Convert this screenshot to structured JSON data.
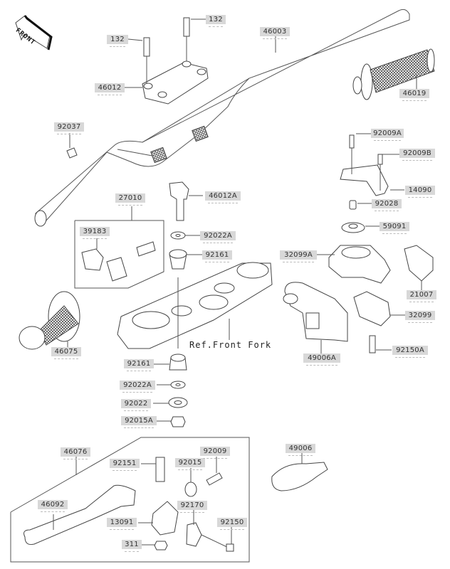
{
  "diagram": {
    "title": "Handlebar parts diagram",
    "front_arrow_label": "FRONT",
    "reference_note": "Ref.Front Fork",
    "parts": [
      {
        "id": "p132a",
        "number": "132"
      },
      {
        "id": "p132b",
        "number": "132"
      },
      {
        "id": "p46003",
        "number": "46003"
      },
      {
        "id": "p46012",
        "number": "46012"
      },
      {
        "id": "p46019",
        "number": "46019"
      },
      {
        "id": "p92037",
        "number": "92037"
      },
      {
        "id": "p92009A",
        "number": "92009A"
      },
      {
        "id": "p92009B",
        "number": "92009B"
      },
      {
        "id": "p14090",
        "number": "14090"
      },
      {
        "id": "p92028",
        "number": "92028"
      },
      {
        "id": "p27010",
        "number": "27010"
      },
      {
        "id": "p46012A",
        "number": "46012A"
      },
      {
        "id": "p39183",
        "number": "39183"
      },
      {
        "id": "p92022A_top",
        "number": "92022A"
      },
      {
        "id": "p92161_top",
        "number": "92161"
      },
      {
        "id": "p59091",
        "number": "59091"
      },
      {
        "id": "p32099A",
        "number": "32099A"
      },
      {
        "id": "p21007",
        "number": "21007"
      },
      {
        "id": "p32099",
        "number": "32099"
      },
      {
        "id": "p92150A",
        "number": "92150A"
      },
      {
        "id": "p49006A",
        "number": "49006A"
      },
      {
        "id": "p46075",
        "number": "46075"
      },
      {
        "id": "p92161_bot",
        "number": "92161"
      },
      {
        "id": "p92022A_bot",
        "number": "92022A"
      },
      {
        "id": "p92022",
        "number": "92022"
      },
      {
        "id": "p92015A",
        "number": "92015A"
      },
      {
        "id": "p46076",
        "number": "46076"
      },
      {
        "id": "p92151",
        "number": "92151"
      },
      {
        "id": "p92015",
        "number": "92015"
      },
      {
        "id": "p92009",
        "number": "92009"
      },
      {
        "id": "p46092",
        "number": "46092"
      },
      {
        "id": "p92170",
        "number": "92170"
      },
      {
        "id": "p13091",
        "number": "13091"
      },
      {
        "id": "p92150",
        "number": "92150"
      },
      {
        "id": "p311",
        "number": "311"
      },
      {
        "id": "p49006",
        "number": "49006"
      }
    ]
  }
}
